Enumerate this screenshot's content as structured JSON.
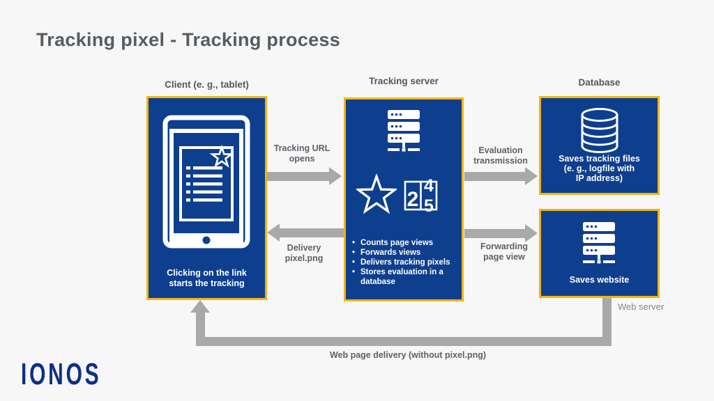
{
  "title": "Tracking pixel - Tracking process",
  "brand": "IONOS",
  "colors": {
    "box_blue": "#0e3e8e",
    "border_gold": "#f2b50d",
    "arrow_gray": "#a9a9a9",
    "title_gray": "#575c60",
    "label_gray": "#5d6165",
    "brand_blue": "#0d2f88"
  },
  "nodes": {
    "client": {
      "header": "Client (e. g., tablet)",
      "caption_lines": [
        "Clicking on the link",
        "starts the tracking"
      ]
    },
    "tracking_server": {
      "header": "Tracking server",
      "counter": {
        "left_digit": "2",
        "upper_digit": "4",
        "lower_digit": "5"
      },
      "bullets": [
        {
          "lines": [
            "Counts page views"
          ]
        },
        {
          "lines": [
            "Forwards views"
          ]
        },
        {
          "lines": [
            "Delivers tracking pixels"
          ]
        },
        {
          "lines": [
            "Stores evaluation in a",
            "database"
          ]
        }
      ]
    },
    "database": {
      "header": "Database",
      "caption_lines": [
        "Saves tracking files",
        "(e. g., logfile with",
        "IP address)"
      ]
    },
    "web_server": {
      "caption": "Saves website",
      "external_label": "Web server"
    }
  },
  "arrows": {
    "tracking_url": {
      "lines": [
        "Tracking URL",
        "opens"
      ]
    },
    "delivery_pixel": {
      "lines": [
        "Delivery",
        "pixel.png"
      ]
    },
    "evaluation": {
      "lines": [
        "Evaluation",
        "transmission"
      ]
    },
    "forwarding": {
      "lines": [
        "Forwarding",
        "page view"
      ]
    },
    "web_page_delivery": {
      "label": "Web page delivery (without pixel.png)"
    }
  }
}
